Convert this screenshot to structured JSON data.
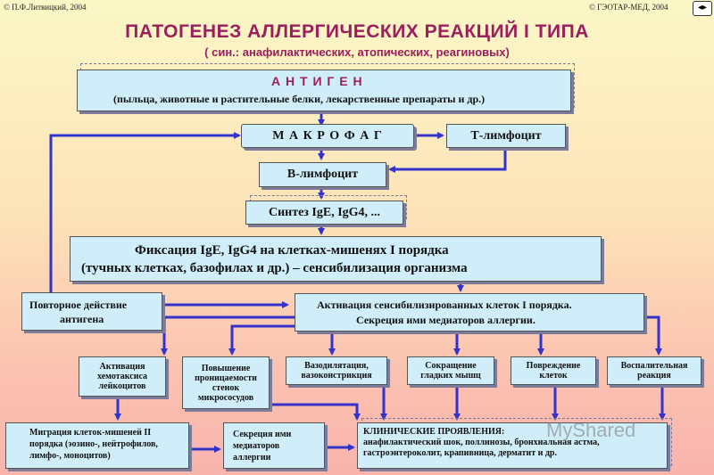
{
  "header": {
    "left": "© П.Ф.Литвицкий, 2004",
    "right": "© ГЭОТАР-МЕД, 2004"
  },
  "title": "ПАТОГЕНЕЗ  АЛЛЕРГИЧЕСКИХ  РЕАКЦИЙ  I  ТИПА",
  "subtitle": "( син.: анафилактических, атопических, реагиновых)",
  "nodes": {
    "antigen_title": "А Н Т И Г Е Н",
    "antigen_desc": "(пыльца, животные и растительные белки, лекарственные препараты и др.)",
    "macrophage": "М А К Р О Ф А Г",
    "t_lymph": "Т-лимфоцит",
    "b_lymph": "В-лимфоцит",
    "synthesis": "Синтез  IgE, IgG4, ...",
    "fixation_1": "Фиксация IgE, IgG4   на клетках-мишенях I порядка",
    "fixation_2": "(тучных клетках, базофилах и др.) – сенсибилизация организма",
    "repeat_1": "Повторное действие",
    "repeat_2": "антигена",
    "activation_1": "Активация сенсибилизированных клеток I порядка.",
    "activation_2": "Секреция ими медиаторов аллергии.",
    "chemotaxis": "Активация хемотаксиса лейкоцитов",
    "permeability": "Повышение проницаемости стенок микрососудов",
    "vaso": "Вазодилятация, вазоконстрикция",
    "smooth": "Сокращение гладких мышц",
    "damage": "Повреждение клеток",
    "inflam": "Воспалительная реакция",
    "migration": "Миграция клеток-мишеней II порядка (эозино-, нейтрофилов, лимфо-, моноцитов)",
    "secretion2": "Секреция ими медиаторов аллергии",
    "clinical_title": "КЛИНИЧЕСКИЕ ПРОЯВЛЕНИЯ:",
    "clinical_text": "анафилактический шок, поллинозы, бронхиальная астма,  гастроэнтероколит, крапивница, дерматит и др."
  },
  "colors": {
    "title": "#9b1f5c",
    "box": "#cfeef9",
    "arrow": "#3333cc"
  },
  "watermark": "MyShared"
}
